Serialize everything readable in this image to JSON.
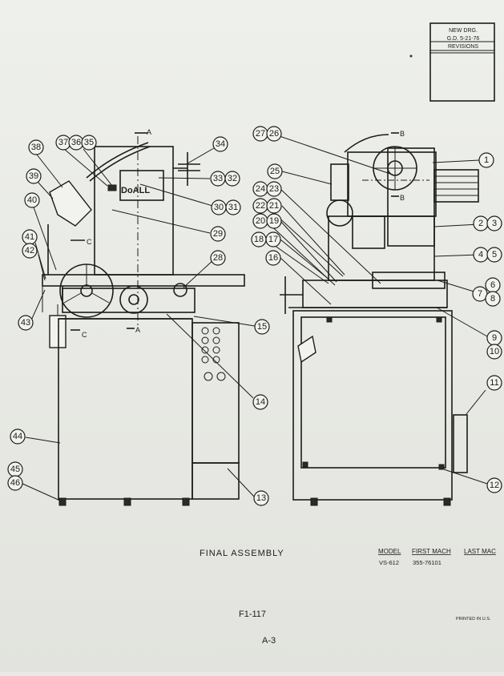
{
  "revision_block": {
    "lines": [
      "NEW DRG.",
      "G.D. 5-21-76"
    ],
    "header": "REVISIONS"
  },
  "section_markers": {
    "a": "A",
    "b": "B",
    "c": "C"
  },
  "left_view_callouts": [
    "38",
    "37",
    "36",
    "35",
    "34",
    "33",
    "32",
    "39",
    "30",
    "31",
    "40",
    "29",
    "41",
    "42",
    "28",
    "43",
    "15",
    "14",
    "44",
    "45",
    "46",
    "13"
  ],
  "right_view_callouts": [
    "27",
    "26",
    "1",
    "25",
    "24",
    "23",
    "22",
    "21",
    "20",
    "19",
    "18",
    "17",
    "2",
    "3",
    "16",
    "4",
    "5",
    "6",
    "7",
    "8",
    "9",
    "10",
    "11",
    "12"
  ],
  "brand_logo": "DoALL",
  "title": "FINAL ASSEMBLY",
  "model_table": {
    "headers": [
      "MODEL",
      "FIRST MACH",
      "LAST MAC"
    ],
    "row": [
      "VS-612",
      "355-76101",
      ""
    ]
  },
  "drawing_number": "F1-117",
  "page_number": "A-3",
  "printed_note": "PRINTED IN U.S."
}
